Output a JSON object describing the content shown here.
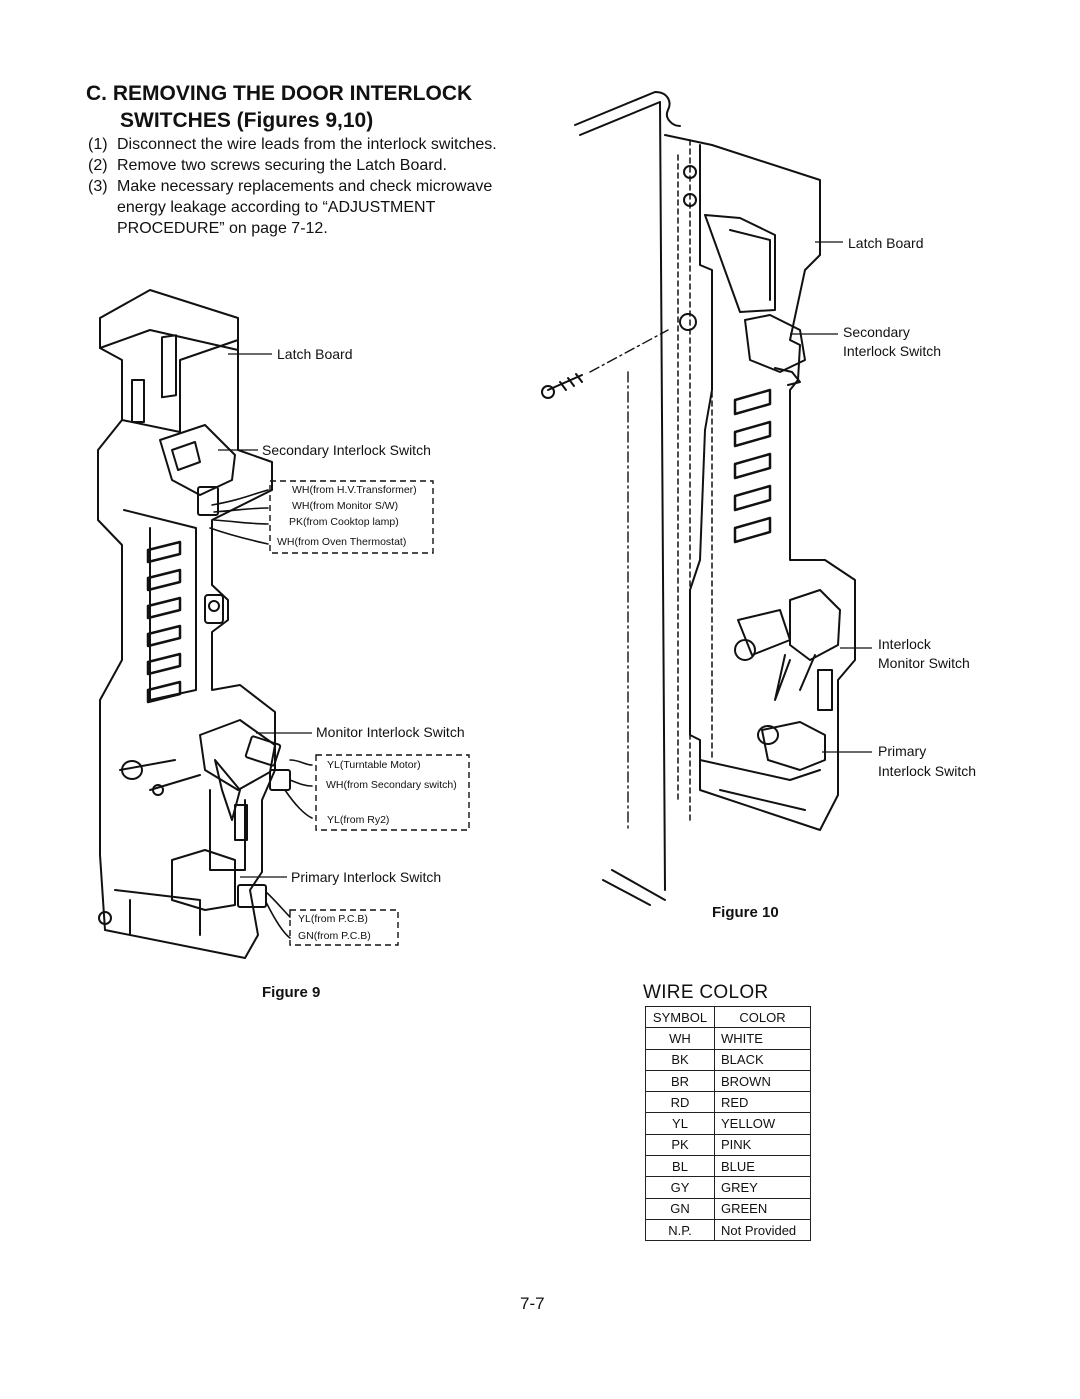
{
  "heading": {
    "line1": "C. REMOVING THE DOOR INTERLOCK",
    "line2": "SWITCHES (Figures 9,10)"
  },
  "steps": [
    {
      "num": "(1)",
      "text": "Disconnect the wire leads from the interlock switches."
    },
    {
      "num": "(2)",
      "text": "Remove two screws securing the Latch Board."
    },
    {
      "num": "(3)",
      "text": "Make necessary replacements and check microwave energy leakage according to “ADJUSTMENT PROCEDURE” on page 7-12."
    }
  ],
  "figure9": {
    "caption": "Figure 9",
    "labels": {
      "latch_board": "Latch Board",
      "secondary": "Secondary Interlock Switch",
      "monitor": "Monitor Interlock Switch",
      "primary": "Primary Interlock Switch"
    },
    "wires_secondary": [
      "WH(from H.V.Transformer)",
      "WH(from Monitor S/W)",
      "PK(from Cooktop lamp)",
      "WH(from Oven Thermostat)"
    ],
    "wires_monitor": [
      "YL(Turntable Motor)",
      "WH(from Secondary switch)",
      "YL(from Ry2)"
    ],
    "wires_primary": [
      "YL(from P.C.B)",
      "GN(from P.C.B)"
    ]
  },
  "figure10": {
    "caption": "Figure 10",
    "labels": {
      "latch_board": "Latch Board",
      "secondary_1": "Secondary",
      "secondary_2": "Interlock Switch",
      "monitor_1": "Interlock",
      "monitor_2": "Monitor Switch",
      "primary_1": "Primary",
      "primary_2": "Interlock Switch"
    }
  },
  "wire_color": {
    "title": "WIRE COLOR",
    "header": {
      "symbol": "SYMBOL",
      "color": "COLOR"
    },
    "rows": [
      {
        "symbol": "WH",
        "color": "WHITE"
      },
      {
        "symbol": "BK",
        "color": "BLACK"
      },
      {
        "symbol": "BR",
        "color": "BROWN"
      },
      {
        "symbol": "RD",
        "color": "RED"
      },
      {
        "symbol": "YL",
        "color": "YELLOW"
      },
      {
        "symbol": "PK",
        "color": "PINK"
      },
      {
        "symbol": "BL",
        "color": "BLUE"
      },
      {
        "symbol": "GY",
        "color": "GREY"
      },
      {
        "symbol": "GN",
        "color": "GREEN"
      },
      {
        "symbol": "N.P.",
        "color": "Not Provided"
      }
    ]
  },
  "page_number": "7-7"
}
